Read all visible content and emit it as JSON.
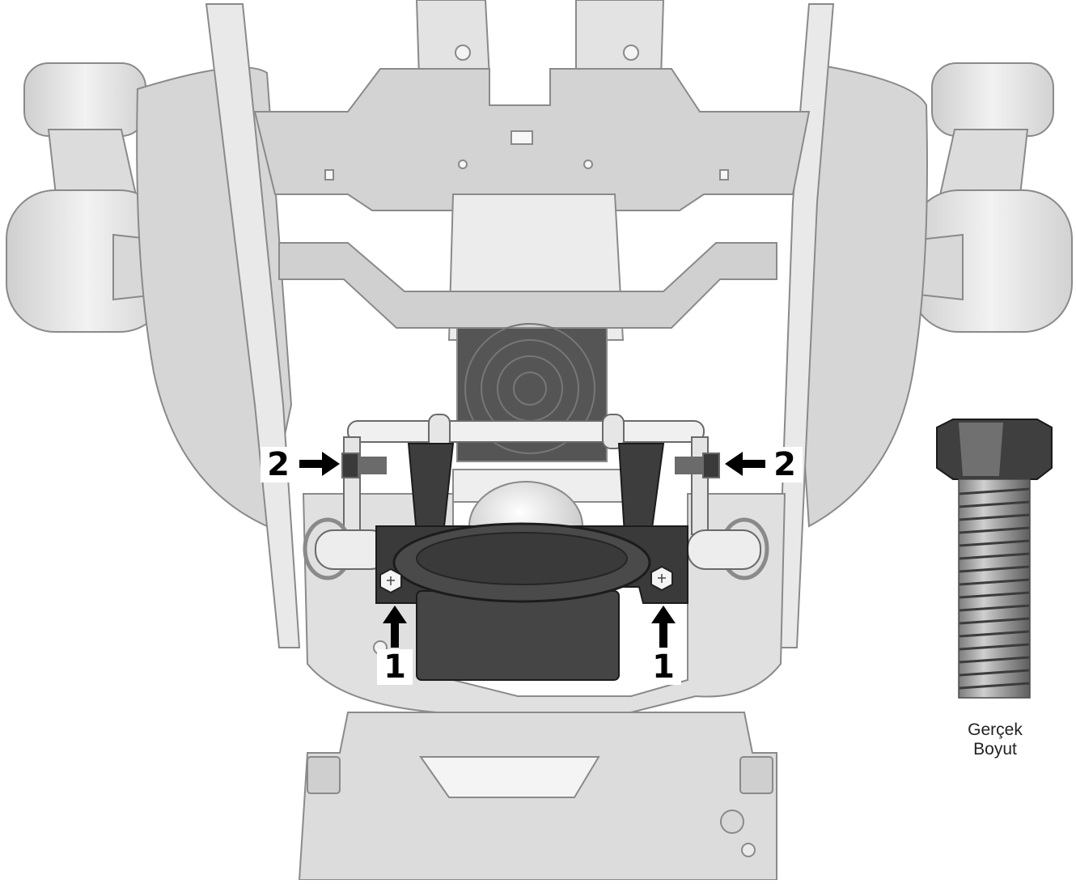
{
  "callouts": {
    "left_top": "2",
    "right_top": "2",
    "left_bottom": "1",
    "right_bottom": "1"
  },
  "actual_size_label": {
    "line1": "Gerçek",
    "line2": "Boyut"
  },
  "colors": {
    "part_fill": "#e3e3e3",
    "part_stroke": "#8a8a8a",
    "dark_part": "#3b3b3b",
    "arrow": "#000000",
    "bolt_metal": "#a8a8a8"
  },
  "icons": [
    "arrow-right-icon",
    "arrow-left-icon",
    "arrow-up-icon",
    "hex-bolt-icon"
  ]
}
